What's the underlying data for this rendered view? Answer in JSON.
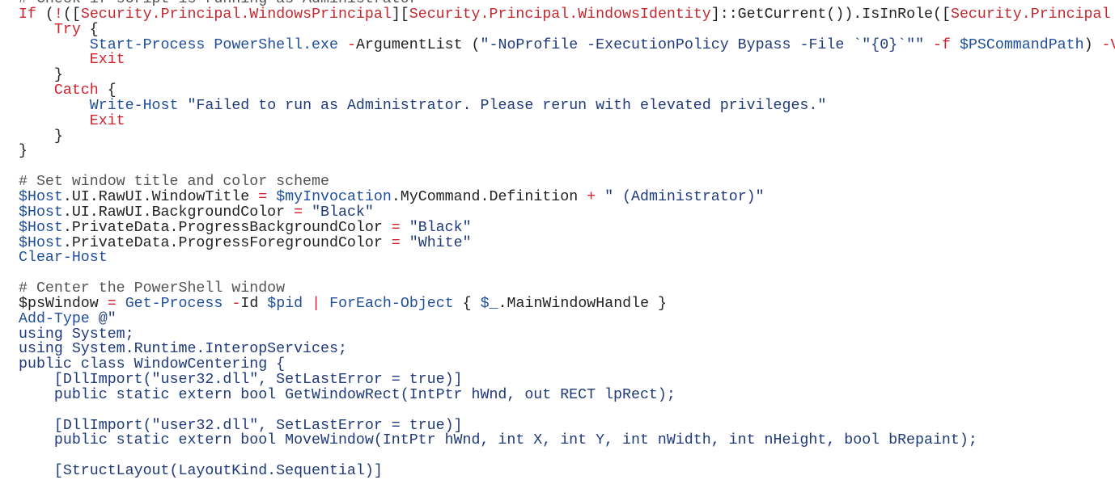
{
  "editor": {
    "language": "PowerShell",
    "colors": {
      "comment": "#555555",
      "keyword": "#d31f2b",
      "operator": "#d31f2b",
      "command": "#1f4e9a",
      "variable": "#1f4e9a",
      "type": "#c0292f",
      "string": "#1f3a7a",
      "plain": "#222222",
      "background": "#ffffff"
    },
    "lines": [
      [
        [
          "cm",
          "# Check if script is running as Administrator"
        ]
      ],
      [
        [
          "kw",
          "If"
        ],
        [
          "pl",
          " ("
        ],
        [
          "op",
          "!"
        ],
        [
          "pl",
          "(["
        ],
        [
          "type",
          "Security.Principal.WindowsPrincipal"
        ],
        [
          "pl",
          "]["
        ],
        [
          "type",
          "Security.Principal.WindowsIdentity"
        ],
        [
          "pl",
          "]::GetCurrent()).IsInRole(["
        ],
        [
          "type",
          "Security.Principal"
        ]
      ],
      [
        [
          "pl",
          "    "
        ],
        [
          "kw",
          "Try"
        ],
        [
          "pl",
          " {"
        ]
      ],
      [
        [
          "pl",
          "        "
        ],
        [
          "cmd",
          "Start-Process"
        ],
        [
          "pl",
          " "
        ],
        [
          "cmd",
          "PowerShell.exe"
        ],
        [
          "pl",
          " "
        ],
        [
          "op",
          "-"
        ],
        [
          "pl",
          "ArgumentList ("
        ],
        [
          "str",
          "\"-NoProfile -ExecutionPolicy Bypass -File `\"{0}`\"\""
        ],
        [
          "pl",
          " "
        ],
        [
          "op",
          "-f"
        ],
        [
          "pl",
          " "
        ],
        [
          "var",
          "$PSCommandPath"
        ],
        [
          "pl",
          ") "
        ],
        [
          "op",
          "-V"
        ]
      ],
      [
        [
          "pl",
          "        "
        ],
        [
          "kw",
          "Exit"
        ]
      ],
      [
        [
          "pl",
          "    }"
        ]
      ],
      [
        [
          "pl",
          "    "
        ],
        [
          "kw",
          "Catch"
        ],
        [
          "pl",
          " {"
        ]
      ],
      [
        [
          "pl",
          "        "
        ],
        [
          "cmd",
          "Write-Host"
        ],
        [
          "pl",
          " "
        ],
        [
          "str",
          "\"Failed to run as Administrator. Please rerun with elevated privileges.\""
        ]
      ],
      [
        [
          "pl",
          "        "
        ],
        [
          "kw",
          "Exit"
        ]
      ],
      [
        [
          "pl",
          "    }"
        ]
      ],
      [
        [
          "pl",
          "}"
        ]
      ],
      [],
      [
        [
          "cm",
          "# Set window title and color scheme"
        ]
      ],
      [
        [
          "var",
          "$Host"
        ],
        [
          "pl",
          ".UI.RawUI.WindowTitle "
        ],
        [
          "op",
          "="
        ],
        [
          "pl",
          " "
        ],
        [
          "var",
          "$myInvocation"
        ],
        [
          "pl",
          ".MyCommand.Definition "
        ],
        [
          "op",
          "+"
        ],
        [
          "pl",
          " "
        ],
        [
          "str",
          "\" (Administrator)\""
        ]
      ],
      [
        [
          "var",
          "$Host"
        ],
        [
          "pl",
          ".UI.RawUI.BackgroundColor "
        ],
        [
          "op",
          "="
        ],
        [
          "pl",
          " "
        ],
        [
          "str",
          "\"Black\""
        ]
      ],
      [
        [
          "var",
          "$Host"
        ],
        [
          "pl",
          ".PrivateData.ProgressBackgroundColor "
        ],
        [
          "op",
          "="
        ],
        [
          "pl",
          " "
        ],
        [
          "str",
          "\"Black\""
        ]
      ],
      [
        [
          "var",
          "$Host"
        ],
        [
          "pl",
          ".PrivateData.ProgressForegroundColor "
        ],
        [
          "op",
          "="
        ],
        [
          "pl",
          " "
        ],
        [
          "str",
          "\"White\""
        ]
      ],
      [
        [
          "cmd",
          "Clear-Host"
        ]
      ],
      [],
      [
        [
          "cm",
          "# Center the PowerShell window"
        ]
      ],
      [
        [
          "pl",
          "$psWindow "
        ],
        [
          "op",
          "="
        ],
        [
          "pl",
          " "
        ],
        [
          "cmd",
          "Get-Process"
        ],
        [
          "pl",
          " "
        ],
        [
          "op",
          "-"
        ],
        [
          "pl",
          "Id "
        ],
        [
          "var",
          "$pid"
        ],
        [
          "pl",
          " "
        ],
        [
          "op",
          "|"
        ],
        [
          "pl",
          " "
        ],
        [
          "cmd",
          "ForEach-Object"
        ],
        [
          "pl",
          " { "
        ],
        [
          "var",
          "$_"
        ],
        [
          "pl",
          ".MainWindowHandle }"
        ]
      ],
      [
        [
          "cmd",
          "Add-Type"
        ],
        [
          "pl",
          " "
        ],
        [
          "str",
          "@\""
        ]
      ],
      [
        [
          "str",
          "using System;"
        ]
      ],
      [
        [
          "str",
          "using System.Runtime.InteropServices;"
        ]
      ],
      [
        [
          "str",
          "public class WindowCentering {"
        ]
      ],
      [
        [
          "str",
          "    [DllImport(\"user32.dll\", SetLastError = true)]"
        ]
      ],
      [
        [
          "str",
          "    public static extern bool GetWindowRect(IntPtr hWnd, out RECT lpRect);"
        ]
      ],
      [],
      [
        [
          "str",
          "    [DllImport(\"user32.dll\", SetLastError = true)]"
        ]
      ],
      [
        [
          "str",
          "    public static extern bool MoveWindow(IntPtr hWnd, int X, int Y, int nWidth, int nHeight, bool bRepaint);"
        ]
      ],
      [],
      [
        [
          "str",
          "    [StructLayout(LayoutKind.Sequential)]"
        ]
      ]
    ]
  }
}
